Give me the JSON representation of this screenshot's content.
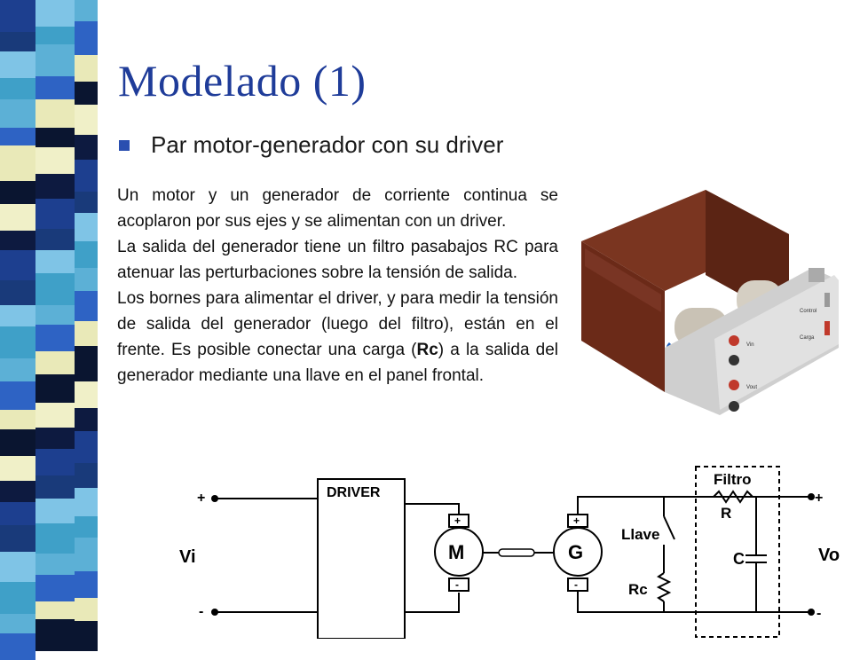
{
  "slide": {
    "title": "Modelado (1)",
    "bullet": "Par motor-generador con su driver",
    "paragraphs": [
      "Un motor y un generador de corriente continua se acoplaron por sus ejes y se alimentan con un driver.",
      "La salida del generador tiene un filtro pasabajos RC para atenuar las perturbaciones sobre la tensión de salida.",
      "Los bornes para alimentar el driver, y para medir la tensión de salida del generador (luego del filtro), están en el frente.  Es posible conectar una carga ("
    ],
    "rc_bold": "Rc",
    "paragraph3_end": ") a la salida del generador mediante una llave en el panel frontal."
  },
  "photo": {
    "panel_labels": [
      "Vin",
      "Vout",
      "Control",
      "Carga"
    ]
  },
  "circuit": {
    "plus": "+",
    "minus": "-",
    "vi": "Vi",
    "vo": "Vo",
    "driver": "DRIVER",
    "motor": "M",
    "generator": "G",
    "llave": "Llave",
    "rc": "Rc",
    "filtro": "Filtro",
    "r": "R",
    "c": "C"
  },
  "colors": {
    "title_blue": "#1f3c99",
    "bullet_blue": "#2a4fb0",
    "box_brown": "#6b2a18",
    "panel_gray": "#d8d8d8"
  }
}
